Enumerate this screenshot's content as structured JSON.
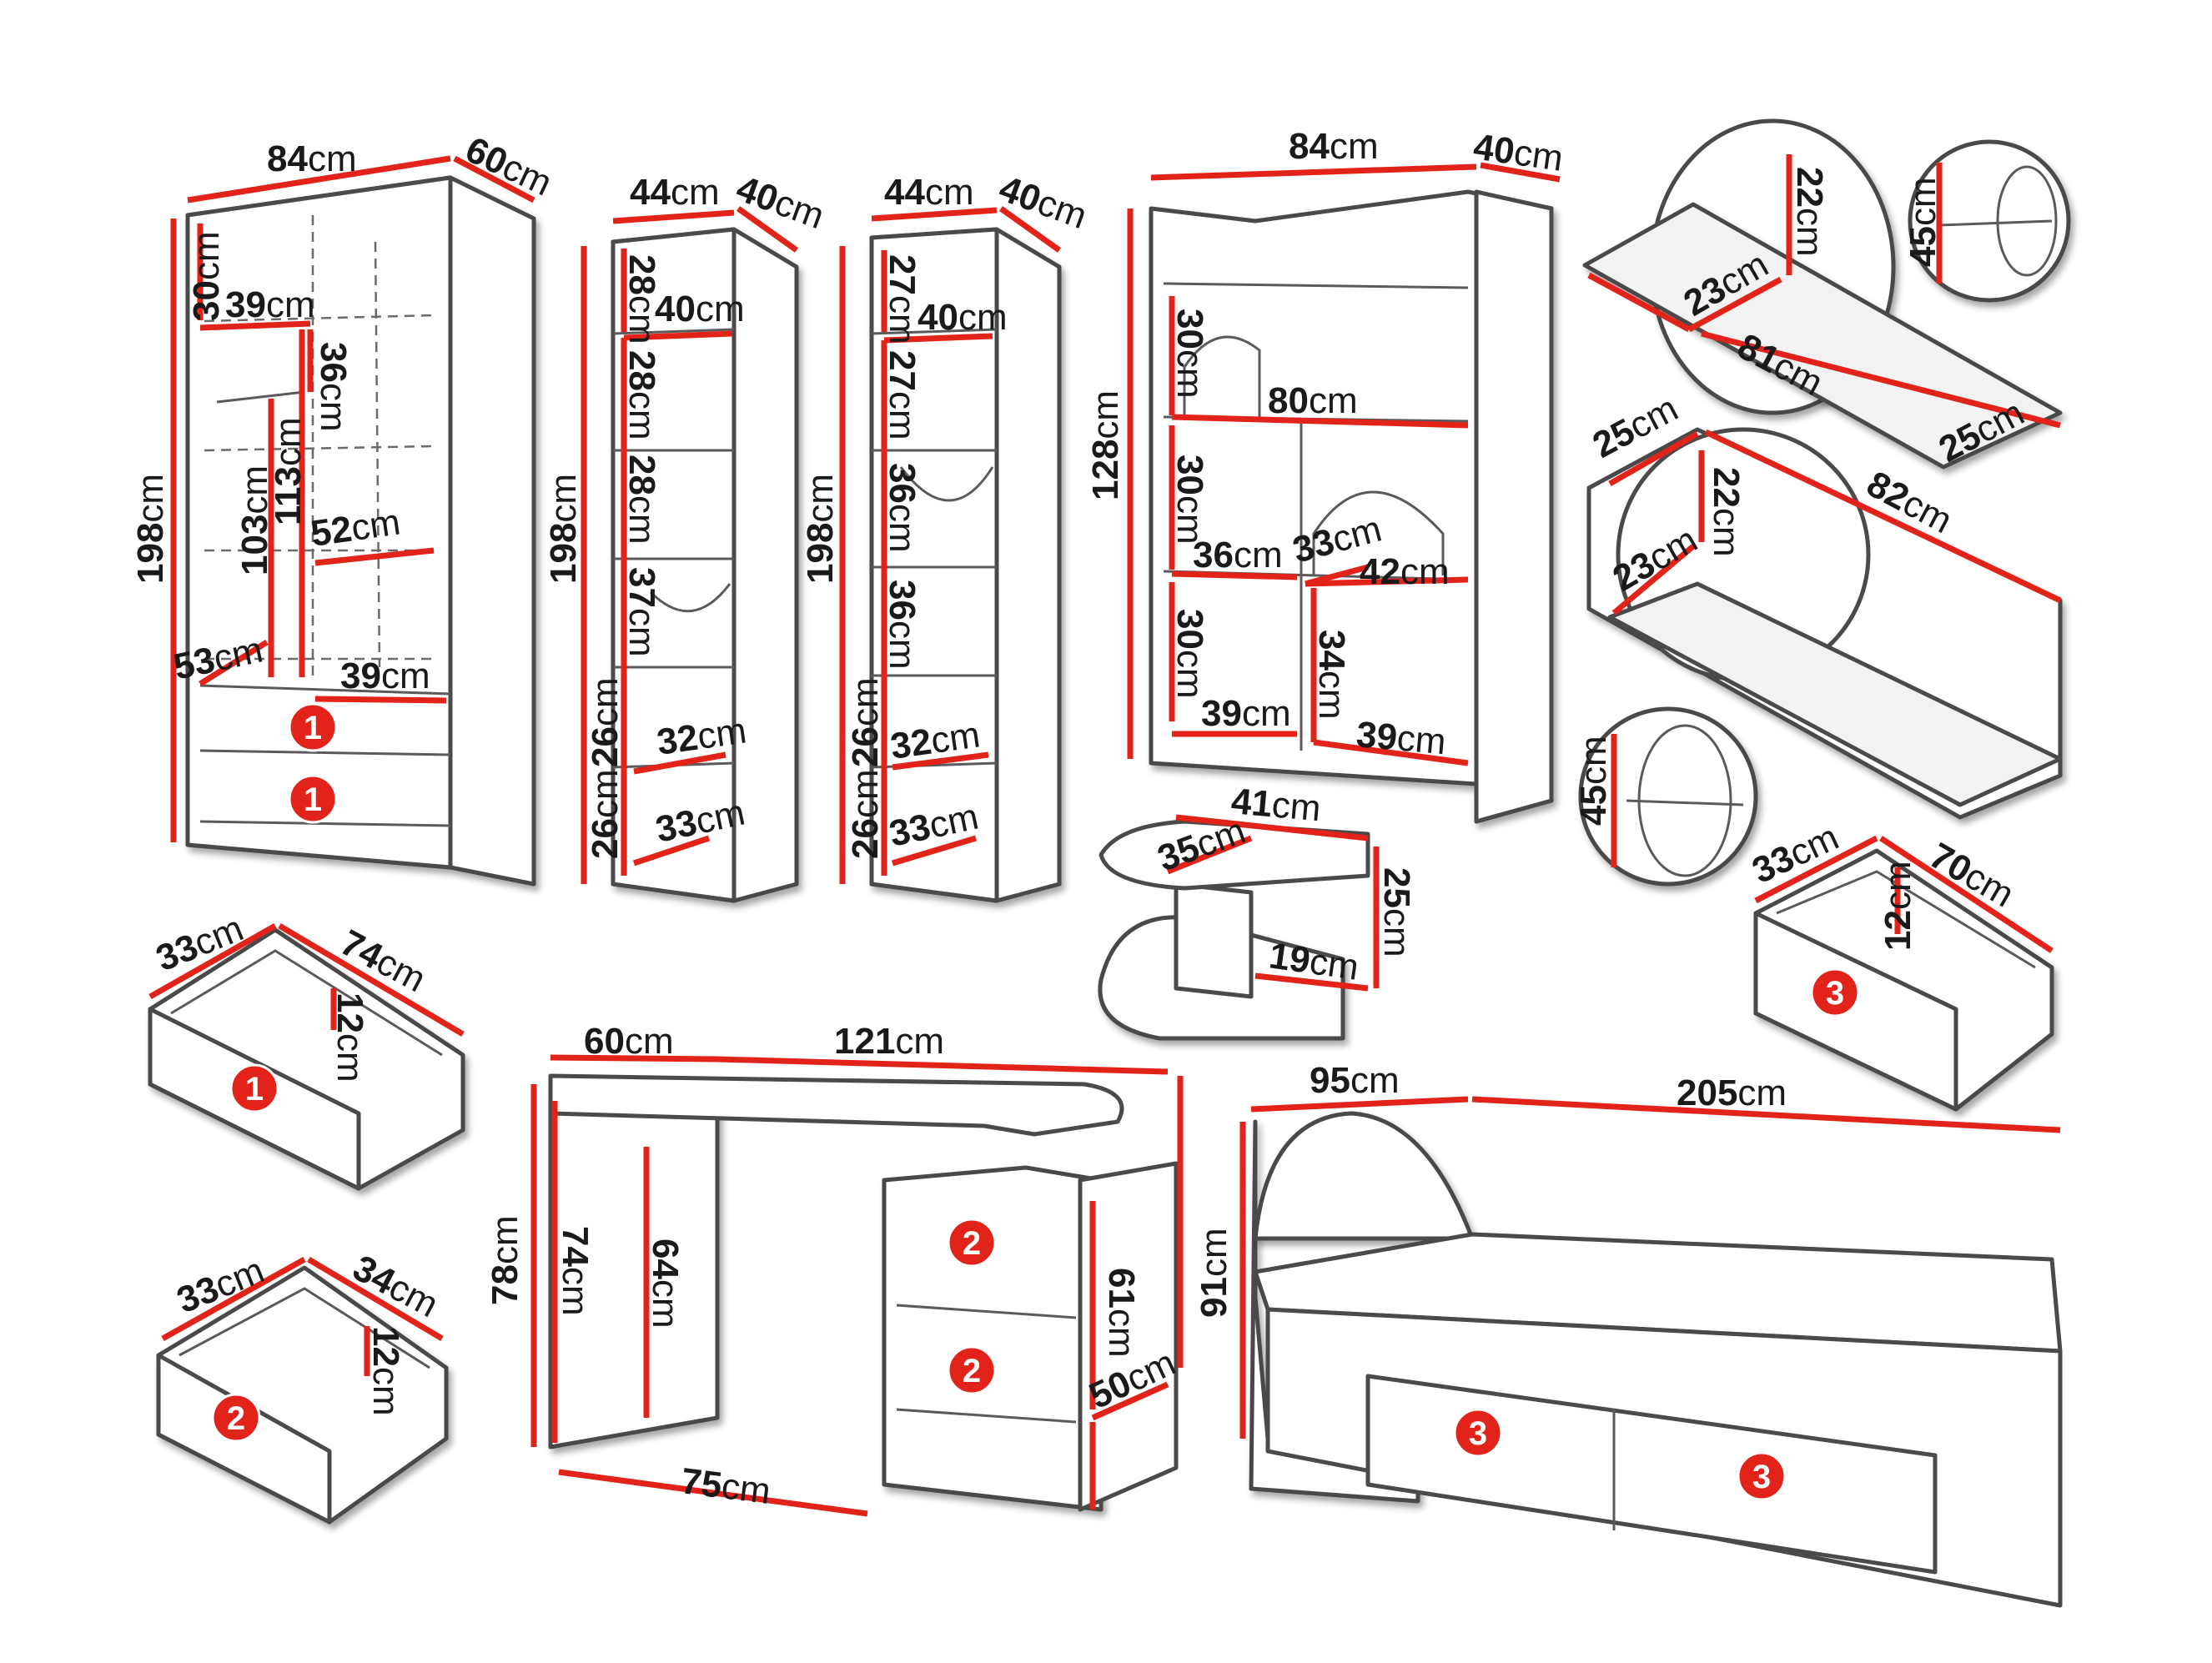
{
  "wardrobe": {
    "width": "84",
    "depth": "60",
    "height": "198",
    "top_shelf": "30",
    "shelf_width": "39",
    "rod_gap": "36",
    "left_inner": "103",
    "mid_inner": "113",
    "right_width": "52",
    "bottom_depth": "53",
    "bottom_width": "39",
    "drawer_badges": [
      "1",
      "1"
    ]
  },
  "tall_bookcase_a": {
    "width": "44",
    "depth": "40",
    "height": "198",
    "shelf_top": "28",
    "shelf_width": "40",
    "inner": [
      "28",
      "28",
      "37"
    ],
    "lower": [
      "26",
      "26"
    ],
    "base_width": "32",
    "base_depth": "33"
  },
  "tall_bookcase_b": {
    "width": "44",
    "depth": "40",
    "height": "198",
    "shelf_top": "27",
    "shelf_width": "40",
    "inner": [
      "27",
      "36",
      "36"
    ],
    "lower": [
      "26",
      "26"
    ],
    "base_width": "32",
    "base_depth": "33"
  },
  "shelf_unit": {
    "width": "84",
    "depth": "40",
    "height": "128",
    "top_gap": "30",
    "top_width": "80",
    "mid_gap": "30",
    "mid_width": "36",
    "mid_depth": "33",
    "right_width": "42",
    "low_gap": "30",
    "right_gap": "34",
    "bottom_left": "39",
    "bottom_right": "39"
  },
  "wall_shelf_1": {
    "disc_h": "22",
    "disc_w": "23",
    "length": "81",
    "depth": "25",
    "detail": "45"
  },
  "wall_shelf_2": {
    "depth": "25",
    "length": "82",
    "disc_h": "22",
    "disc_w": "23",
    "detail": "45"
  },
  "nightstand": {
    "width": "41",
    "depth": "35",
    "height": "25",
    "inner": "19"
  },
  "drawer_1": {
    "depth": "33",
    "length": "74",
    "height": "12",
    "badge": "1"
  },
  "drawer_2": {
    "depth": "33",
    "length": "34",
    "height": "12",
    "badge": "2"
  },
  "drawer_3": {
    "depth": "33",
    "length": "70",
    "height": "12",
    "badge": "3"
  },
  "desk": {
    "depth": "60",
    "length": "121",
    "height": "78",
    "leg_h": "74",
    "inner_h": "64",
    "knee_w": "75",
    "cab_h": "61",
    "cab_d": "50",
    "badges": [
      "2",
      "2"
    ]
  },
  "bed": {
    "head_w": "95",
    "length": "205",
    "height": "91",
    "badges": [
      "3",
      "3"
    ]
  },
  "unit": "cm"
}
